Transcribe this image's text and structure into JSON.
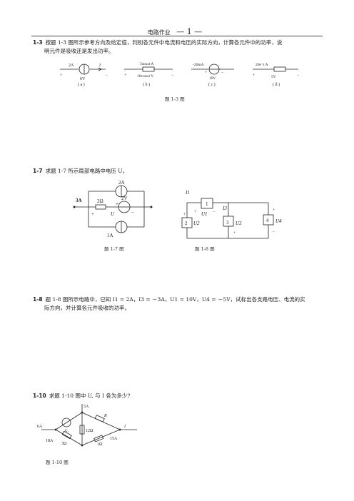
{
  "header": {
    "title": "电路作业",
    "page_number": "1"
  },
  "p13": {
    "label": "1-3",
    "text_line1": "按题 1-3 图所示参考方向及给定值，判别各元件中电流和电压的实际方向，计算各元件中的功率，说",
    "text_line2": "明元件是吸收还是发出功率。",
    "a": {
      "current": "2A",
      "i": "I",
      "voltage": "6V",
      "tag": "( a )"
    },
    "b": {
      "current": "5sinωt A",
      "voltage": "10cosωt V",
      "tag": "( b )"
    },
    "c": {
      "current": "-20mA",
      "voltage": "10V",
      "tag": "( c )"
    },
    "d": {
      "current": "20e⁻t A",
      "voltage": "5V",
      "tag": "( d )"
    },
    "caption": "题 1-3 图"
  },
  "p17": {
    "label": "1-7",
    "text": "求题 1-7 所示局部电路中电压 U。",
    "src_top": "2A",
    "left_current": "3A",
    "resistor": "2Ω",
    "vsrc": "2V",
    "u": "U",
    "src_bottom": "1A",
    "caption": "题 1-7 图"
  },
  "p18": {
    "i1": "I1",
    "i3": "I3",
    "e1": "1",
    "e2": "2",
    "e3": "3",
    "e4": "4",
    "u1": "U1",
    "u2": "U2",
    "u3": "U3",
    "u4": "U4",
    "caption": "题 1-8 图"
  },
  "p18text": {
    "label": "1-8",
    "text_line1": "题 1-8 图所示电路中，已知 I1 = 2A，I3 = －3A，U1 = 10V，U4 = －5V，试标出各支路电压、电流的实",
    "text_line2": "际方向，并计算各元件吸收的功率。"
  },
  "p110": {
    "label": "1-10",
    "text": "求题 1-10 图中 U, 与 I 各为多少?",
    "top": "5A",
    "r": "R",
    "left": "6A",
    "u": "U₁",
    "mid": "12Ω",
    "bl": "18A",
    "r3": "3Ω",
    "r1": "1Ω",
    "br": "15A",
    "i": "I",
    "caption": "题 1-10 图"
  }
}
